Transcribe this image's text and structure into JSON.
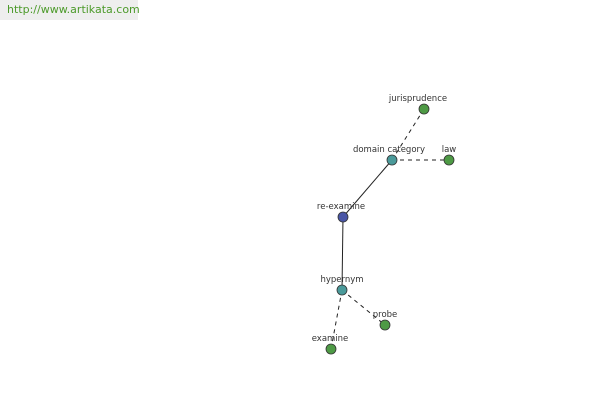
{
  "banner": {
    "url": "http://www.artikata.com"
  },
  "colors": {
    "root": "#4a56a6",
    "category": "#4a9a9a",
    "leaf": "#4e9a45"
  },
  "graph": {
    "nodes": [
      {
        "id": "re-examine",
        "label": "re-examine",
        "kind": "root"
      },
      {
        "id": "domain-category",
        "label": "domain category",
        "kind": "category"
      },
      {
        "id": "jurisprudence",
        "label": "jurisprudence",
        "kind": "leaf"
      },
      {
        "id": "law",
        "label": "law",
        "kind": "leaf"
      },
      {
        "id": "hypernym",
        "label": "hypernym",
        "kind": "category"
      },
      {
        "id": "probe",
        "label": "probe",
        "kind": "leaf"
      },
      {
        "id": "examine",
        "label": "examine",
        "kind": "leaf"
      }
    ],
    "edges": [
      {
        "from": "re-examine",
        "to": "domain-category",
        "style": "solid"
      },
      {
        "from": "domain-category",
        "to": "jurisprudence",
        "style": "dashed"
      },
      {
        "from": "domain-category",
        "to": "law",
        "style": "dashed"
      },
      {
        "from": "re-examine",
        "to": "hypernym",
        "style": "solid"
      },
      {
        "from": "hypernym",
        "to": "probe",
        "style": "dashed"
      },
      {
        "from": "hypernym",
        "to": "examine",
        "style": "dashed"
      }
    ]
  }
}
